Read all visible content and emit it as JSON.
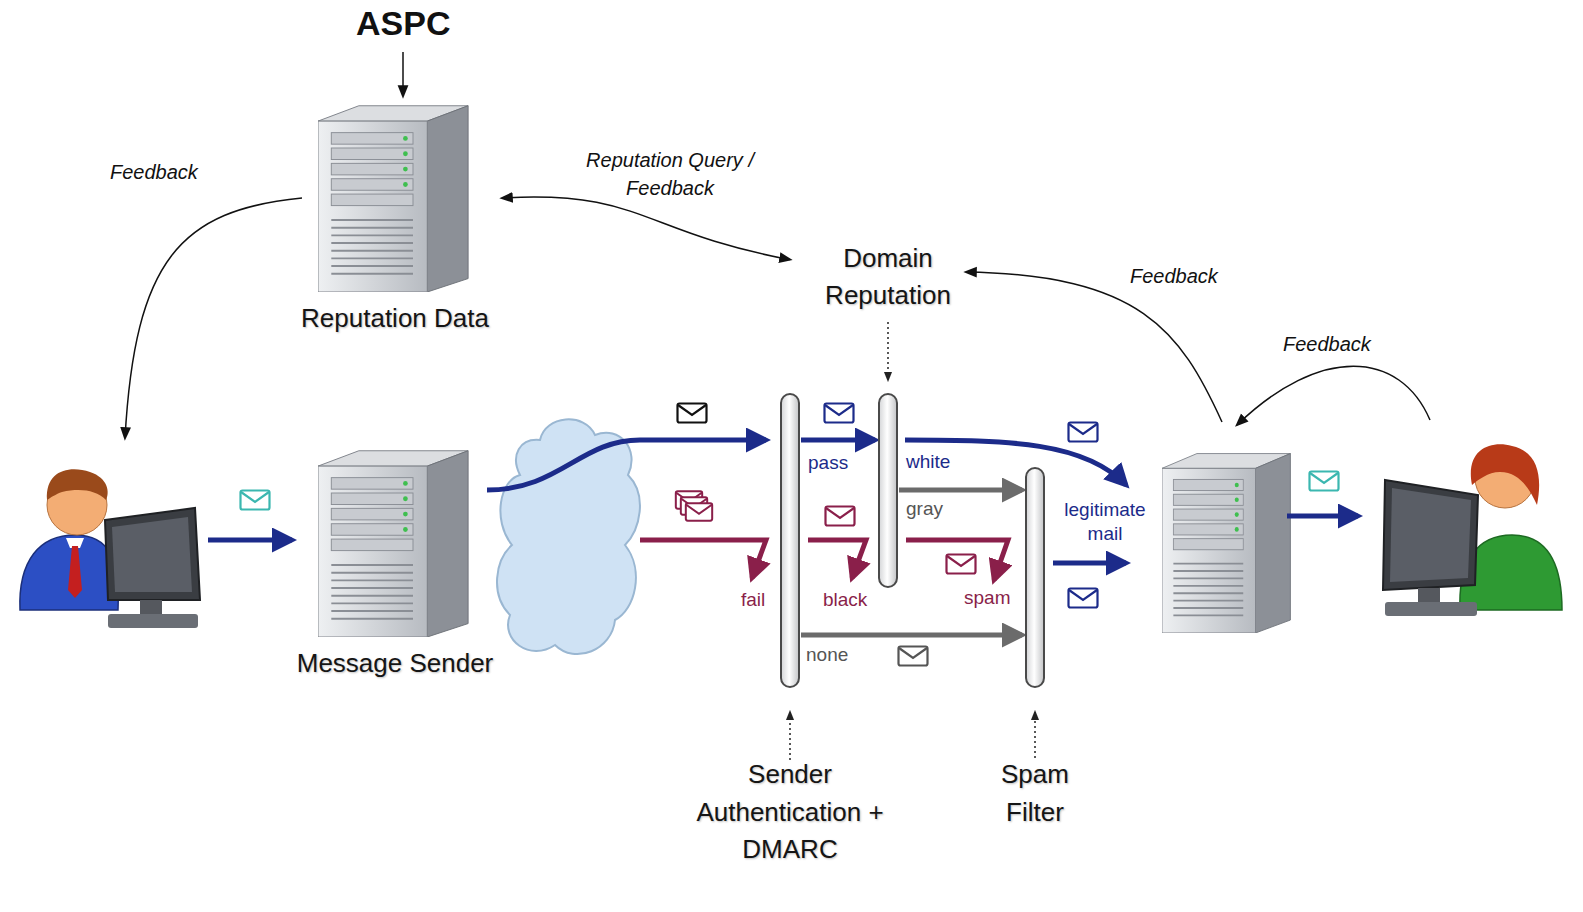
{
  "diagram": {
    "nodes": [
      {
        "text": [
          "Reputation Data"
        ]
      },
      {
        "text": [
          "Domain Reputation"
        ]
      },
      {
        "text": [
          "Message Sender"
        ]
      },
      {
        "text": [
          "Sender Authentication + DMARC"
        ]
      },
      {
        "text": [
          "Spam Filter"
        ]
      }
    ],
    "edges": [
      {
        "from": 0,
        "to": 1,
        "arrow": "both",
        "label": "Reputation Query / Feedback"
      },
      {
        "from": 3,
        "to": 1,
        "arrow": "to",
        "label": "pass"
      },
      {
        "from": 1,
        "to": 4,
        "arrow": "to",
        "label": "gray"
      },
      {
        "from": 3,
        "to": 4,
        "arrow": "to",
        "label": "none"
      }
    ],
    "labels": [
      "ASPC",
      "Feedback",
      "Feedback",
      "Feedback",
      "white",
      "fail",
      "black",
      "spam",
      "legitimate mail"
    ]
  }
}
